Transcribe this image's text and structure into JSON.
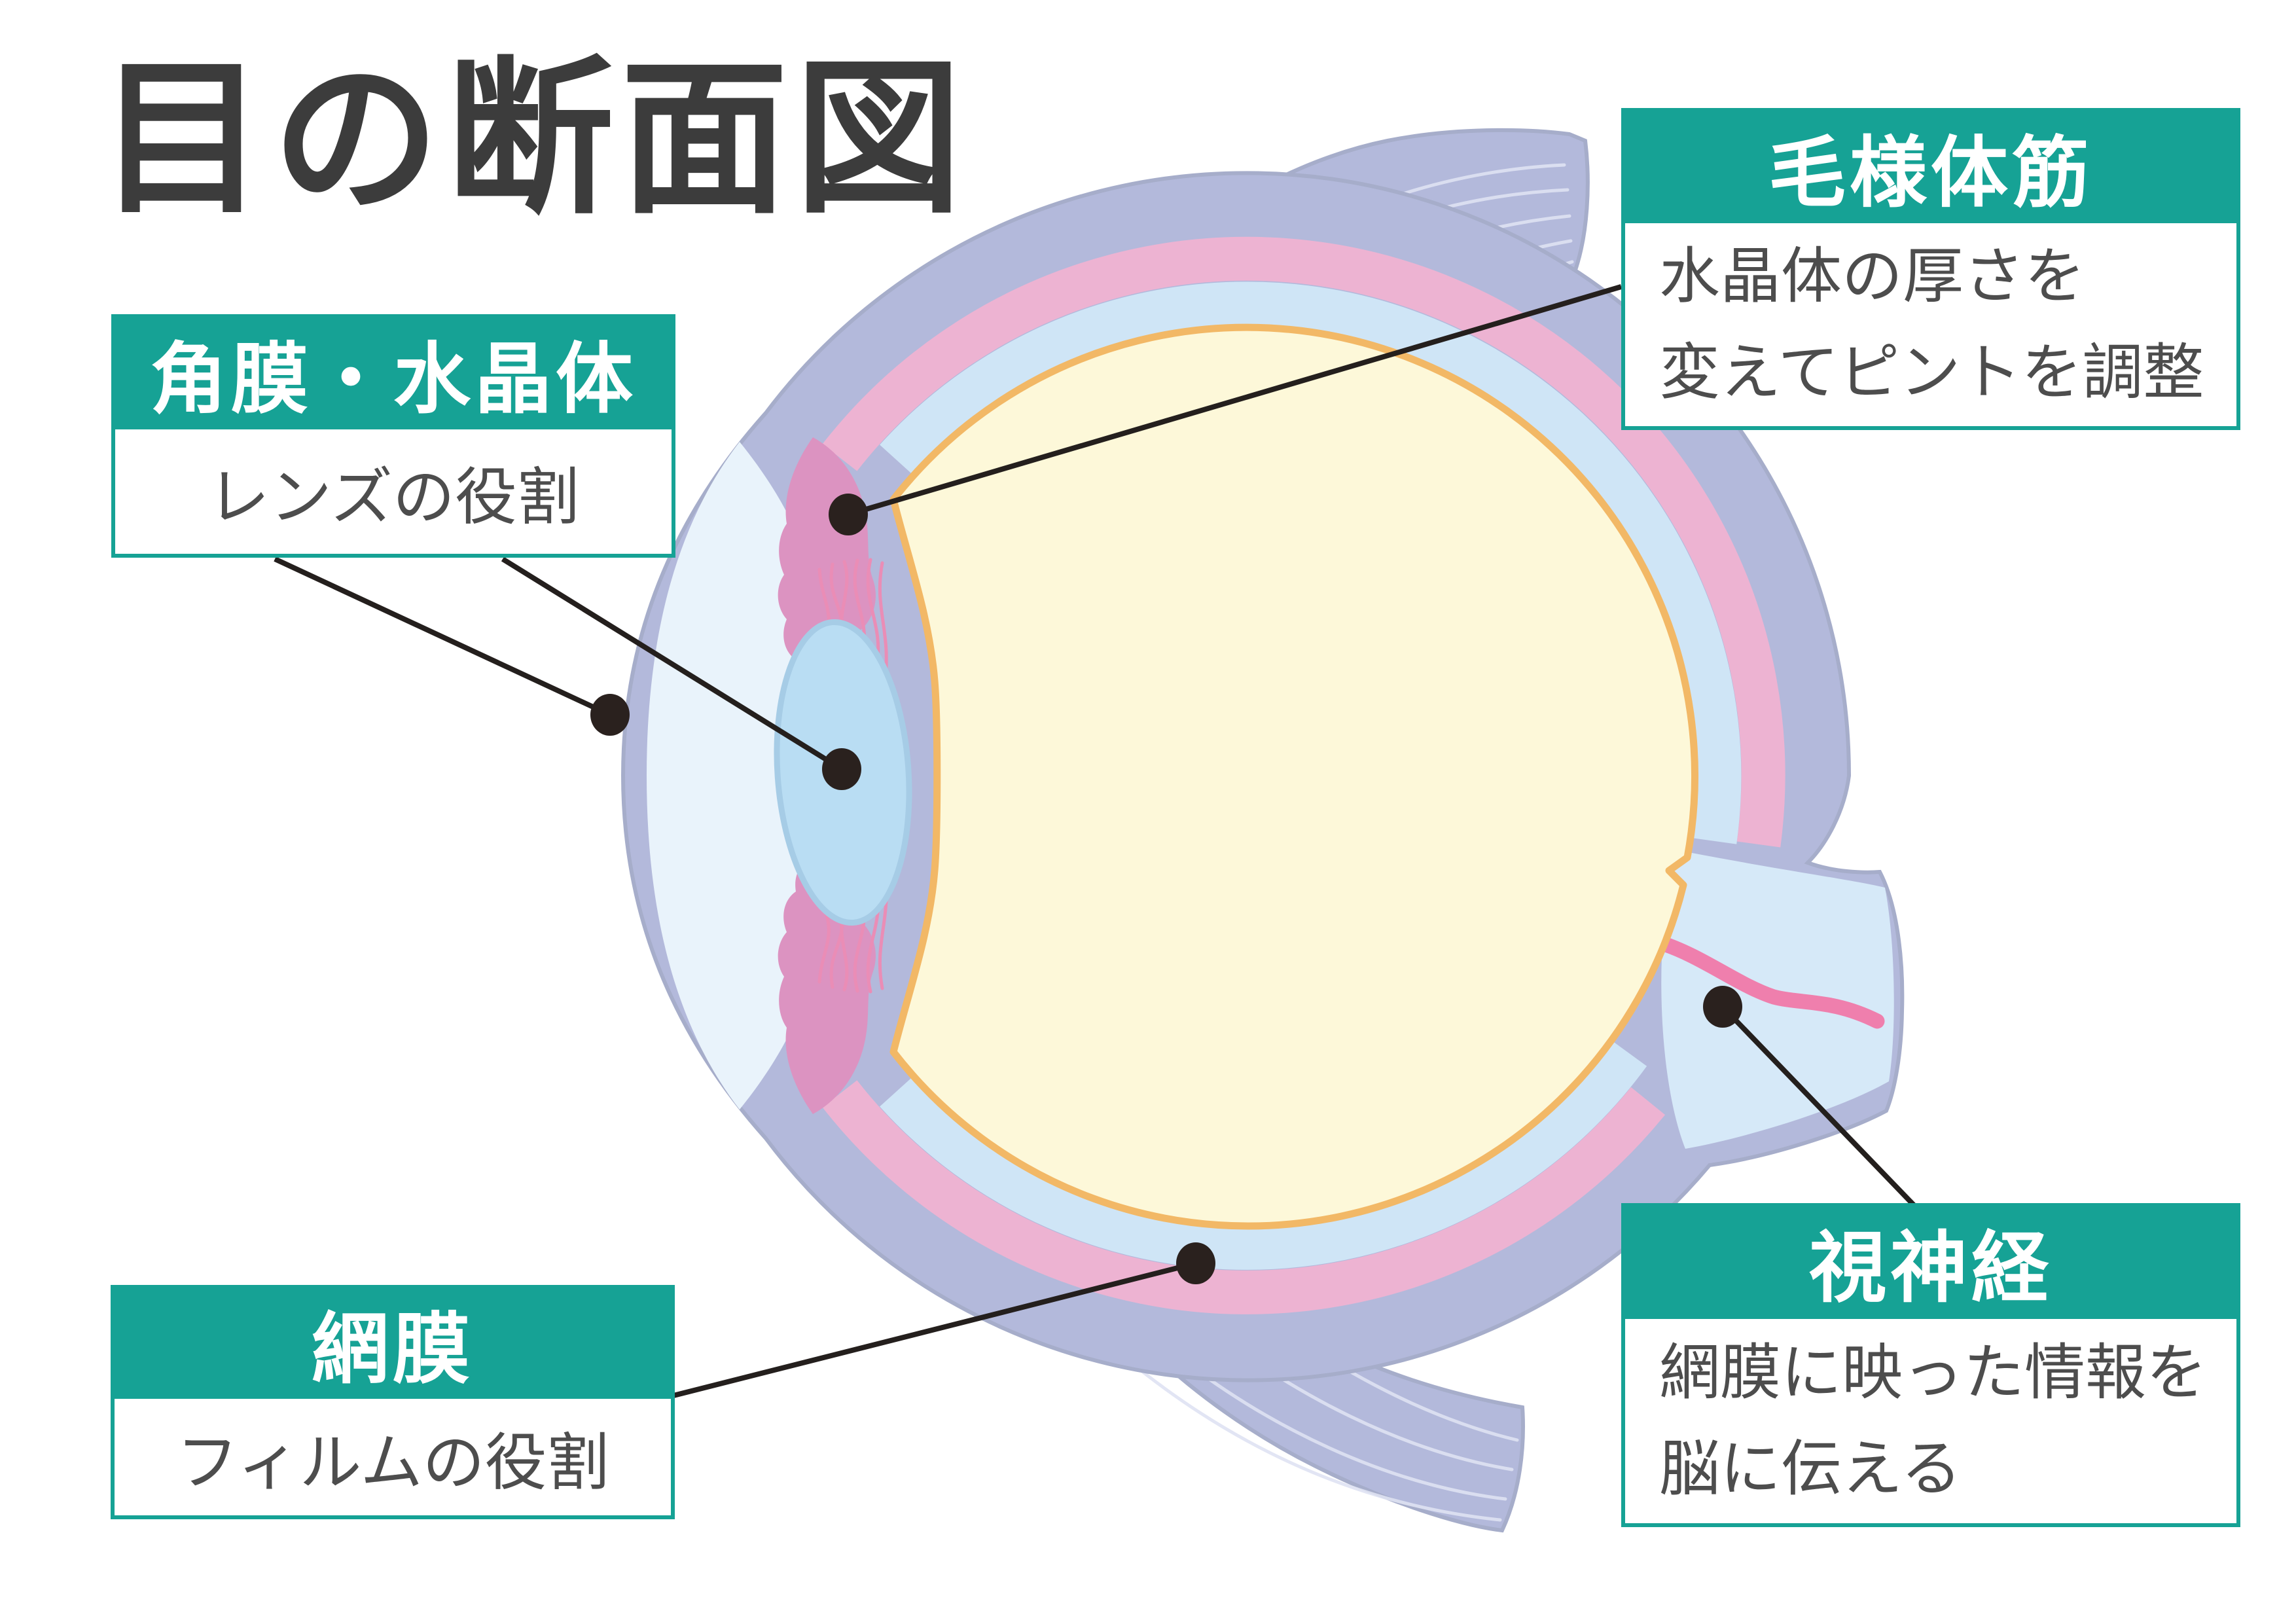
{
  "title": "目の断面図",
  "labels": {
    "cornea_lens": {
      "name": "角膜・水晶体",
      "desc": "レンズの役割"
    },
    "ciliary_muscle": {
      "name": "毛様体筋",
      "desc_line1": "水晶体の厚さを",
      "desc_line2": "変えてピントを調整"
    },
    "retina": {
      "name": "網膜",
      "desc": "フィルムの役割"
    },
    "optic_nerve": {
      "name": "視神経",
      "desc_line1": "網膜に映った情報を",
      "desc_line2": "脳に伝える"
    }
  },
  "markers": [
    {
      "id": "cornea-dot",
      "points_to": "角膜"
    },
    {
      "id": "lens-dot",
      "points_to": "水晶体"
    },
    {
      "id": "ciliary-dot",
      "points_to": "毛様体筋"
    },
    {
      "id": "retina-dot",
      "points_to": "網膜"
    },
    {
      "id": "optic-nerve-dot",
      "points_to": "視神経"
    }
  ],
  "colors": {
    "accent_teal": "#16a295",
    "title_text": "#3c3c3c",
    "body_text": "#4d4d4d",
    "sclera": "#b3b9db",
    "sclera_outline": "#a6adca",
    "choroid_pink": "#edb3d2",
    "retina_layer_blue": "#cfe5f6",
    "vitreous_cream": "#fdf8d9",
    "vitreous_rim_orange": "#f2b866",
    "anterior_chamber": "#e9f3fb",
    "iris_ciliary_pink": "#dc93c1",
    "zonule_pink": "#ea8db6",
    "lens_blue": "#b9ddf3",
    "optic_nerve_blue": "#d6e9f8",
    "vessel_pink": "#ef7fad",
    "marker_dot": "#2a211e"
  }
}
